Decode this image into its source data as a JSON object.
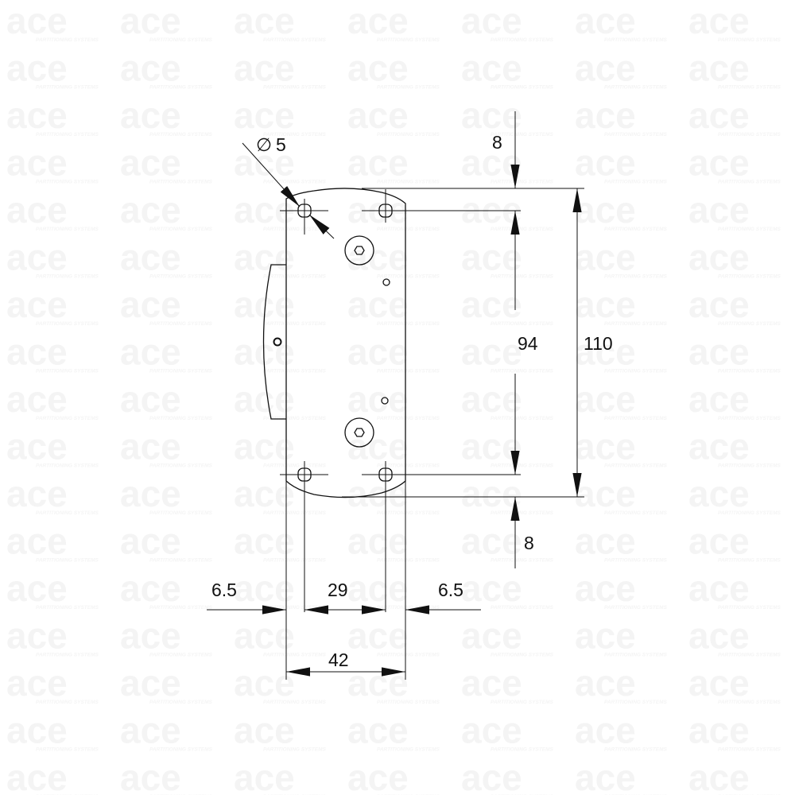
{
  "watermark": {
    "brand": "ace",
    "tagline": "PARTITIONING SYSTEMS"
  },
  "dimensions": {
    "hole_diameter": "5",
    "diameter_symbol": "∅",
    "top_offset": "8",
    "hole_spacing_vertical": "94",
    "overall_height": "110",
    "bottom_offset": "8",
    "left_offset": "6.5",
    "hole_spacing_horizontal": "29",
    "right_offset": "6.5",
    "overall_width": "42"
  },
  "colors": {
    "line": "#111111",
    "watermark": "#f4f4f4",
    "watermark_accent": "#fbeaea"
  }
}
